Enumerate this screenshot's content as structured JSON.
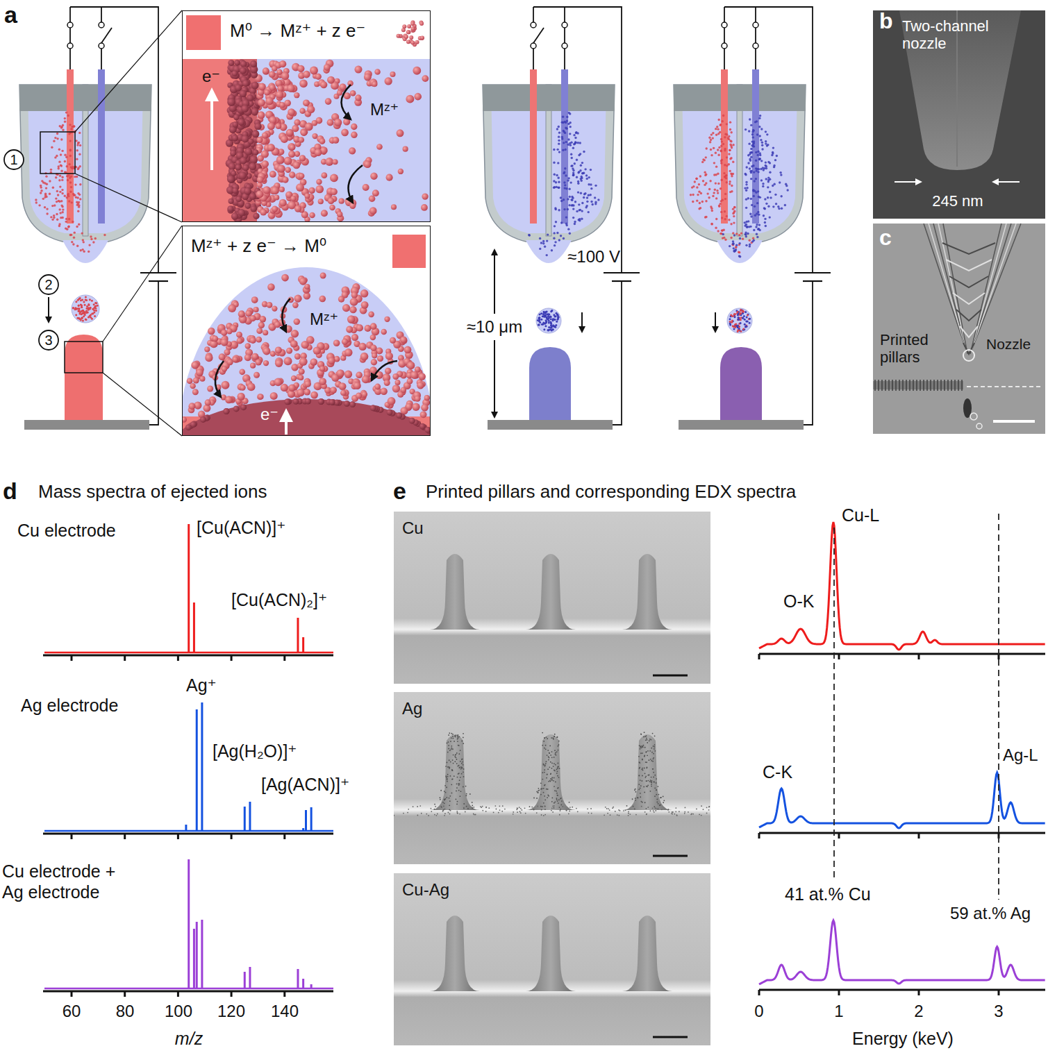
{
  "diagram": {
    "nodes": [
      {
        "text": [
          "M⁰ → Mᶻ⁺ + z e⁻",
          "e⁻",
          "Mᶻ⁺"
        ]
      },
      {
        "text": [
          "Mᶻ⁺ + z e⁻ → M⁰",
          "Mᶻ⁺",
          "e⁻"
        ]
      },
      {
        "text": [
          "Two-channel nozzle",
          "245 nm"
        ]
      },
      {
        "text": [
          "Printed pillars",
          "Nozzle"
        ]
      },
      {
        "text": [
          "Cu"
        ]
      },
      {
        "text": [
          "Ag"
        ]
      },
      {
        "text": [
          "Cu-Ag"
        ]
      }
    ],
    "labels": [
      "a",
      "1",
      "2",
      "3",
      "≈100 V",
      "≈10 μm",
      "b",
      "c",
      "d",
      "Mass spectra of ejected ions",
      "Cu electrode",
      "[Cu(ACN)]⁺",
      "[Cu(ACN)₂]⁺",
      "Ag electrode",
      "Ag⁺",
      "[Ag(H₂O)]⁺",
      "[Ag(ACN)]⁺",
      "Cu electrode + Ag electrode",
      "60",
      "80",
      "100",
      "120",
      "140",
      "m/z",
      "e",
      "Printed pillars and corresponding EDX spectra",
      "Cu-L",
      "O-K",
      "C-K",
      "Ag-L",
      "41 at.% Cu",
      "59 at.% Ag",
      "0",
      "1",
      "2",
      "3",
      "Energy (keV)"
    ]
  }
}
